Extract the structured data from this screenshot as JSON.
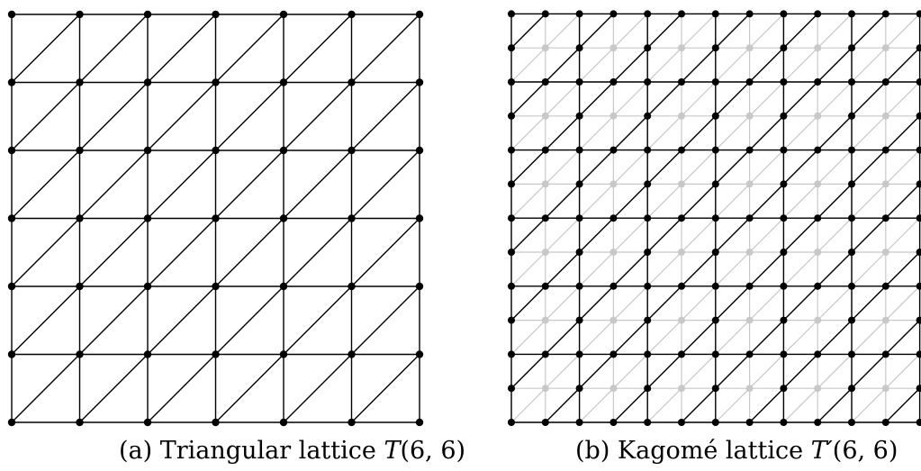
{
  "figures": [
    {
      "id": "a",
      "caption_prefix": "(a) Triangular lattice ",
      "caption_symbol": "T",
      "caption_args": "(6, 6)",
      "lattice": {
        "type": "triangular",
        "n": 6,
        "m": 6
      }
    },
    {
      "id": "b",
      "caption_prefix": "(b) Kagomé lattice ",
      "caption_symbol": "T′",
      "caption_args": "(6, 6)",
      "lattice": {
        "type": "kagome",
        "n": 6,
        "m": 6,
        "underlay": "triangular"
      }
    }
  ],
  "colors": {
    "edge": "#000000",
    "vertex": "#000000",
    "underlay": "#c8c8c8"
  }
}
